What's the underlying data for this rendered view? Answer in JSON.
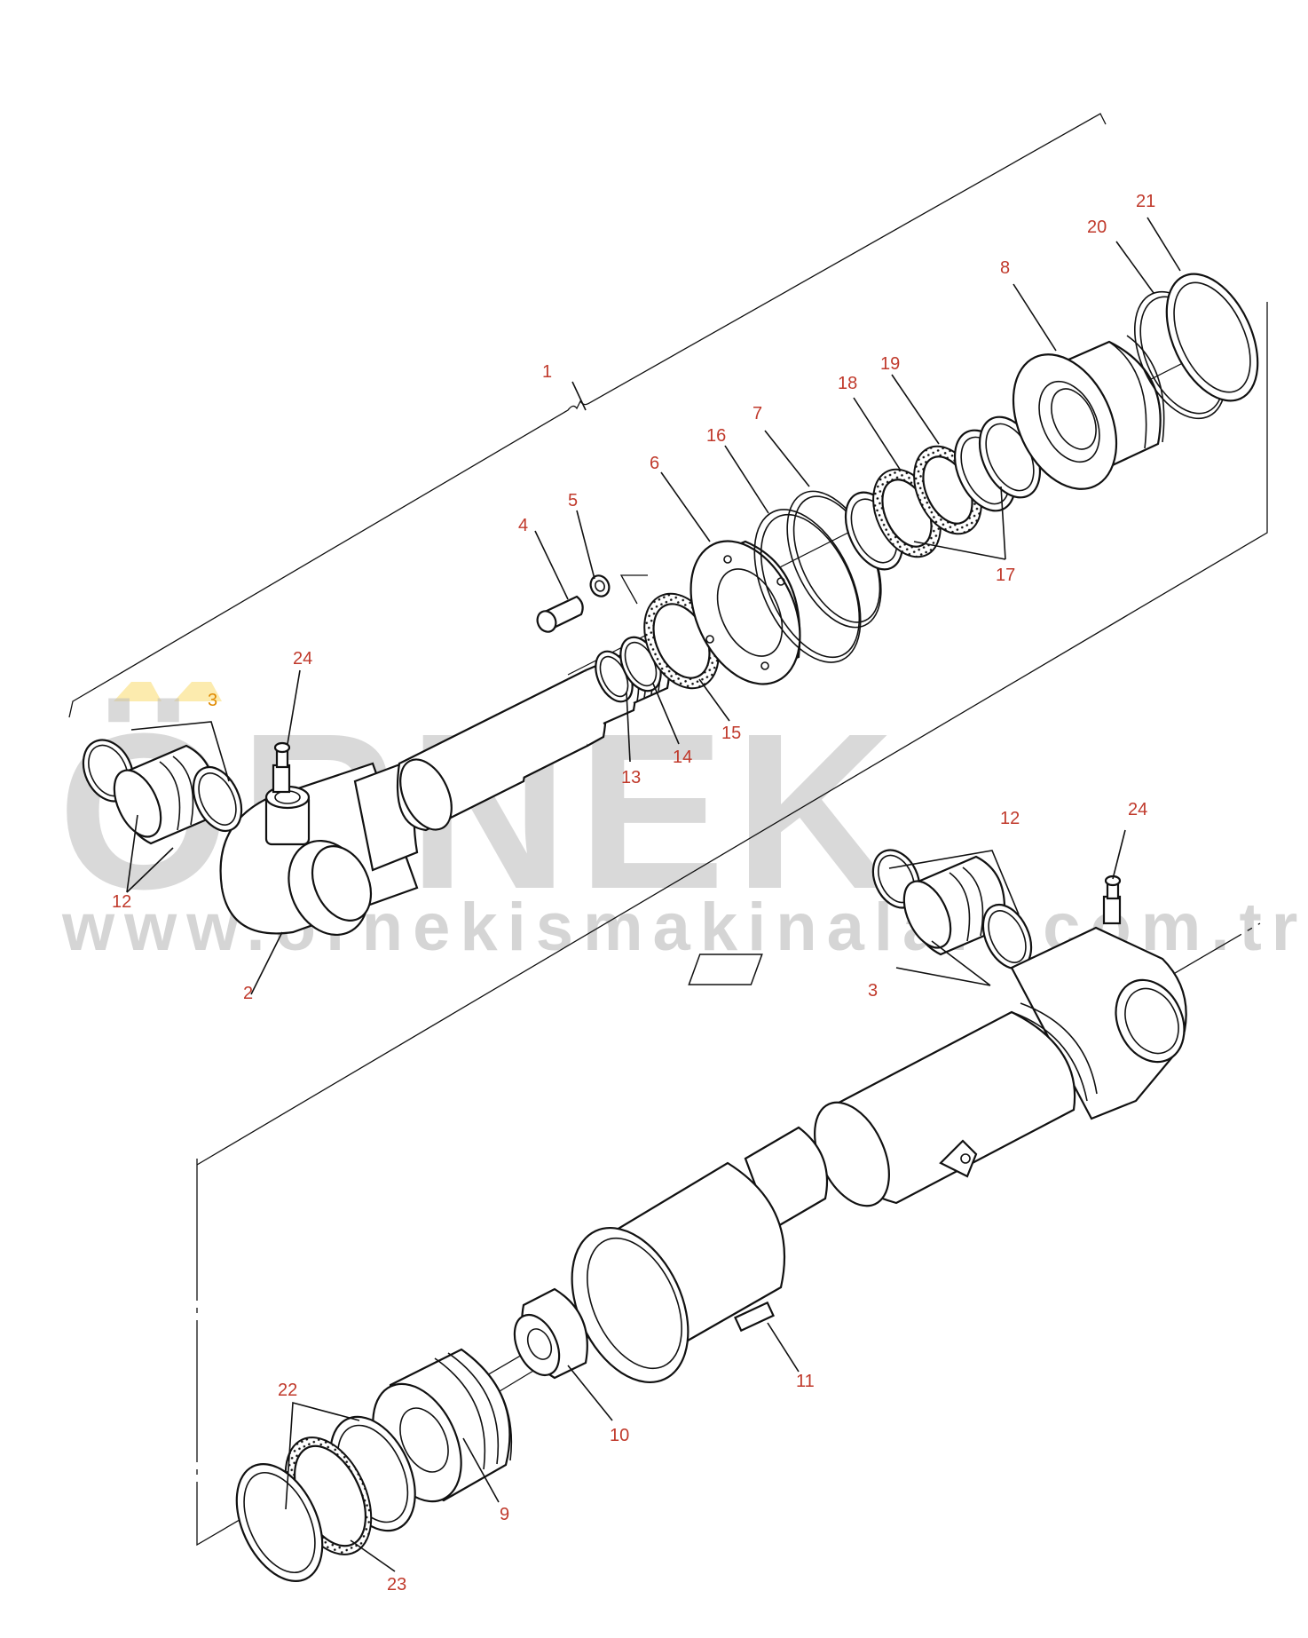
{
  "watermark": {
    "brand": "ÖRNEK",
    "url": "www.ornekismakinalari.com.tr",
    "accent_color": "#f5c518",
    "text_color": "#b9b9b9"
  },
  "callouts": {
    "c1": "1",
    "c2": "2",
    "c3a": "3",
    "c3b": "3",
    "c4": "4",
    "c5": "5",
    "c6": "6",
    "c7": "7",
    "c8": "8",
    "c9": "9",
    "c10": "10",
    "c11": "11",
    "c12a": "12",
    "c12b": "12",
    "c13": "13",
    "c14": "14",
    "c15": "15",
    "c16": "16",
    "c17": "17",
    "c18": "18",
    "c19": "19",
    "c20": "20",
    "c21": "21",
    "c22": "22",
    "c23": "23",
    "c24a": "24",
    "c24b": "24"
  },
  "colors": {
    "callout": "#c0392b",
    "callout_highlight": "#e08a00",
    "line": "#111111"
  }
}
